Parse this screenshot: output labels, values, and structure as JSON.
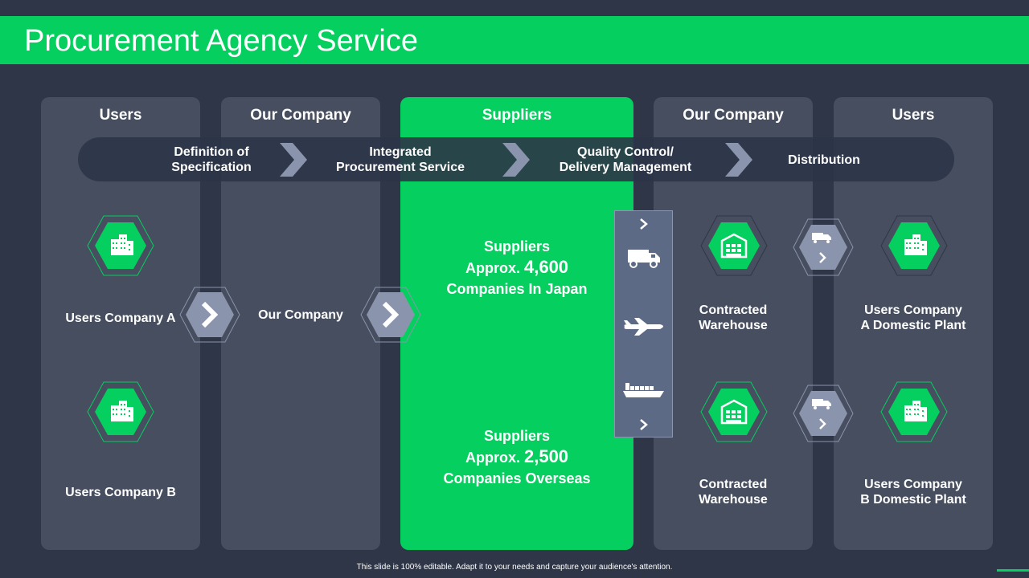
{
  "title": "Procurement Agency Service",
  "columns": [
    {
      "heading": "Users"
    },
    {
      "heading": "Our Company"
    },
    {
      "heading": "Suppliers"
    },
    {
      "heading": "Our Company"
    },
    {
      "heading": "Users"
    }
  ],
  "process_steps": [
    {
      "line1": "Definition of",
      "line2": "Specification"
    },
    {
      "line1": "Integrated",
      "line2": "Procurement Service"
    },
    {
      "line1": "Quality Control/",
      "line2": "Delivery Management"
    },
    {
      "line1": "Distribution",
      "line2": ""
    }
  ],
  "users_left": {
    "company_a": "Users Company A",
    "company_b": "Users Company B"
  },
  "our_company_label": "Our Company",
  "suppliers_japan": {
    "line1": "Suppliers",
    "prefix": "Approx.",
    "count": "4,600",
    "line3": "Companies In Japan"
  },
  "suppliers_overseas": {
    "line1": "Suppliers",
    "prefix": "Approx.",
    "count": "2,500",
    "line3": "Companies Overseas"
  },
  "warehouse_top": {
    "line1": "Contracted",
    "line2": "Warehouse"
  },
  "warehouse_bottom": {
    "line1": "Contracted",
    "line2": "Warehouse"
  },
  "users_right_a": {
    "line1": "Users Company",
    "line2": "A Domestic Plant"
  },
  "users_right_b": {
    "line1": "Users Company",
    "line2": "B Domestic Plant"
  },
  "icons": {
    "building": "building-icon",
    "warehouse": "warehouse-icon",
    "truck": "truck-icon",
    "airplane": "airplane-icon",
    "ship": "ship-icon",
    "chevron": "chevron-right-icon"
  },
  "colors": {
    "accent": "#05cf5e",
    "background": "#2e3647",
    "panel": "#464e5f",
    "hex_gray": "#8a94ad"
  },
  "footer": "This slide is 100% editable.  Adapt it to your needs and capture your audience's attention."
}
